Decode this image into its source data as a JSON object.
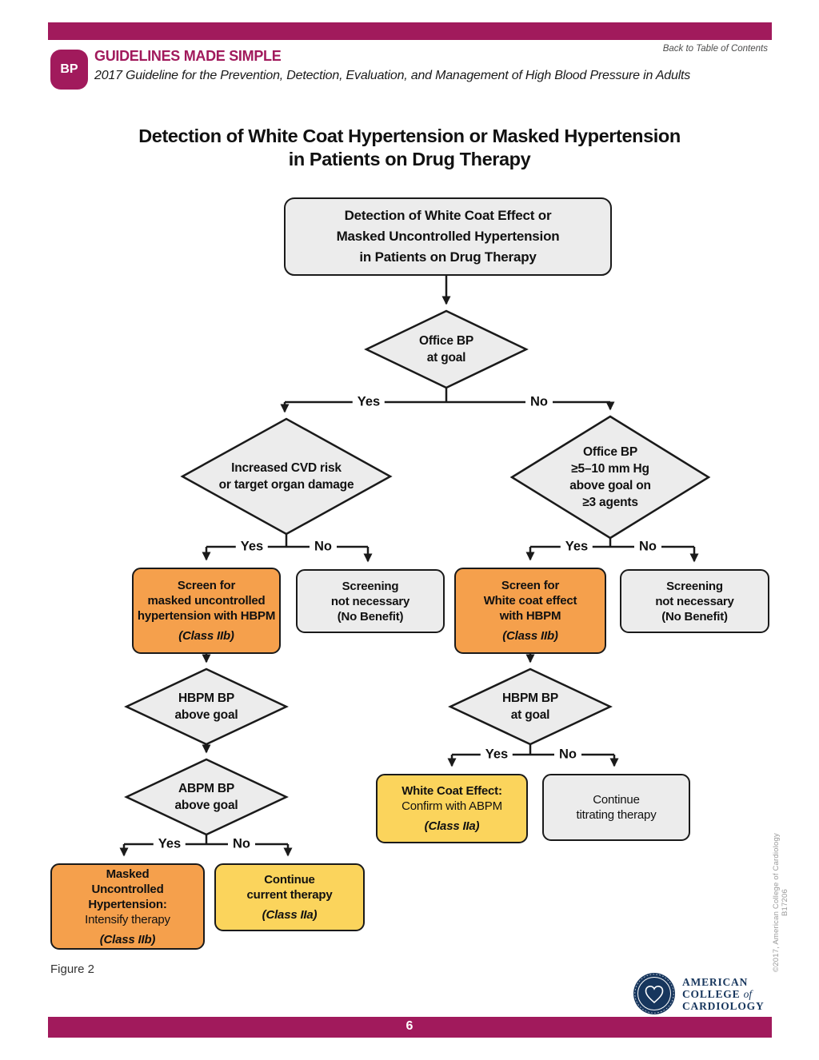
{
  "header": {
    "badge": "BP",
    "brand": "GUIDELINES MADE SIMPLE",
    "subtitle": "2017 Guideline for the Prevention, Detection, Evaluation, and Management of High Blood Pressure in Adults",
    "back_link": "Back to Table of Contents"
  },
  "title": {
    "line1": "Detection of White Coat Hypertension or Masked Hypertension",
    "line2": "in Patients on Drug Therapy"
  },
  "flowchart": {
    "labels": {
      "yes": "Yes",
      "no": "No"
    },
    "top_box": {
      "l1": "Detection of White Coat Effect or",
      "l2": "Masked Uncontrolled Hypertension",
      "l3": "in Patients on Drug Therapy"
    },
    "d_office_bp": {
      "l1": "Office BP",
      "l2": "at goal"
    },
    "d_cvd": {
      "l1": "Increased CVD risk",
      "l2": "or target organ damage"
    },
    "d_office_510": {
      "l1": "Office BP",
      "l2": "≥5–10 mm Hg",
      "l3": "above goal on",
      "l4": "≥3 agents"
    },
    "screen_masked": {
      "l1": "Screen for",
      "l2": "masked uncontrolled",
      "l3": "hypertension with HBPM",
      "cls": "(Class IIb)"
    },
    "no_screen_left": {
      "l1": "Screening",
      "l2": "not necessary",
      "l3": "(No Benefit)"
    },
    "screen_wce": {
      "l1": "Screen for",
      "l2": "White coat effect",
      "l3": "with HBPM",
      "cls": "(Class IIb)"
    },
    "no_screen_right": {
      "l1": "Screening",
      "l2": "not necessary",
      "l3": "(No Benefit)"
    },
    "d_hbpm_above": {
      "l1": "HBPM BP",
      "l2": "above goal"
    },
    "d_abpm_above": {
      "l1": "ABPM BP",
      "l2": "above goal"
    },
    "d_hbpm_at_goal": {
      "l1": "HBPM BP",
      "l2": "at goal"
    },
    "masked_uncontrolled": {
      "l1": "Masked",
      "l2": "Uncontrolled Hypertension:",
      "l3": "Intensify therapy",
      "cls": "(Class IIb)"
    },
    "continue_current": {
      "l1": "Continue",
      "l2": "current therapy",
      "cls": "(Class IIa)"
    },
    "wce_confirm": {
      "l1": "White Coat Effect:",
      "l2": "Confirm with ABPM",
      "cls": "(Class IIa)"
    },
    "continue_titrating": {
      "l1": "Continue",
      "l2": "titrating therapy"
    }
  },
  "footer": {
    "figure": "Figure 2",
    "logo": {
      "line1": "AMERICAN",
      "line2a": "COLLEGE",
      "line2b": "of",
      "line3": "CARDIOLOGY"
    },
    "copyright_vertical": "©2017, American College of Cardiology B17206",
    "page_number": "6"
  },
  "colors": {
    "maroon": "#A11A5C",
    "orange": "#F5A04C",
    "yellow": "#FBD45C",
    "node_gray": "#ECECEC",
    "navy": "#17365D"
  }
}
